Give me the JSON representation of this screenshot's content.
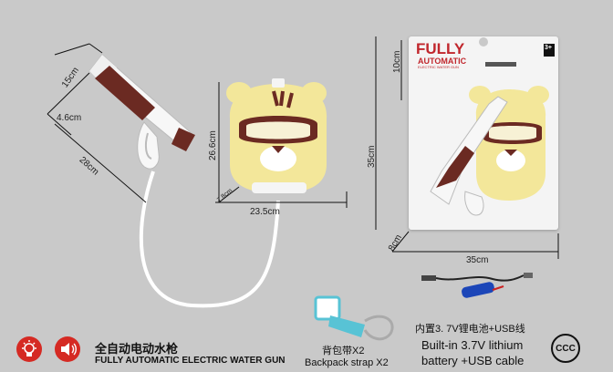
{
  "dimensions": {
    "gun_height": "15cm",
    "gun_width": "4.6cm",
    "gun_length": "28cm",
    "tank_height": "26.6cm",
    "tank_width": "23.5cm",
    "tank_depth": "7.8cm",
    "box_top": "10cm",
    "box_height": "35cm",
    "box_depth": "8cm",
    "box_width": "35cm"
  },
  "package": {
    "brand_line1": "FULLY",
    "brand_line2": "AUTOMATIC",
    "brand_line3": "ELECTRIC WATER GUN",
    "age_badge": "3+"
  },
  "accessories": {
    "battery_cn": "内置3. 7V锂电池+USB线",
    "battery_en_1": "Built-in 3.7V lithium",
    "battery_en_2": "battery +USB cable",
    "strap_cn": "背包带X2",
    "strap_en": "Backpack strap X2"
  },
  "product": {
    "title_cn": "全自动电动水枪",
    "title_en": "FULLY AUTOMATIC ELECTRIC WATER GUN",
    "cert_mark": "CCC"
  },
  "icons": [
    "light-icon",
    "sound-icon"
  ],
  "colors": {
    "background": "#c9c9c9",
    "tank_yellow": "#f3e79a",
    "brown": "#6b2a22",
    "brand_red": "#d52a23"
  }
}
